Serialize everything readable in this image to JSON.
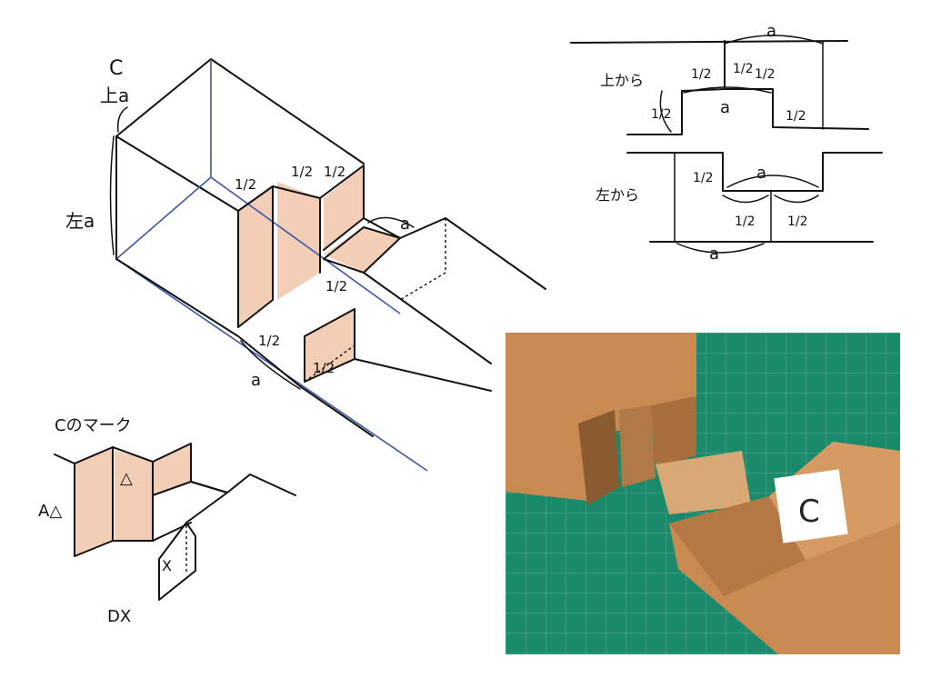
{
  "main_sketch": {
    "label_c": "C",
    "label_top": "上a",
    "label_left": "左a",
    "label_a_right": "a",
    "label_a_bottom": "a",
    "half_1": "1/2",
    "half_2": "1/2",
    "half_3": "1/2",
    "half_4": "1/2",
    "half_5": "1/2",
    "half_6": "1/2"
  },
  "top_view": {
    "side_label": "上から",
    "a_top": "a",
    "a_mid": "a",
    "half_left": "1/2",
    "half_center_1": "1/2",
    "half_center_2": "1/2",
    "half_center_3": "1/2",
    "half_right": "1/2"
  },
  "left_view": {
    "side_label": "左から",
    "a_mid": "a",
    "a_bottom": "a",
    "half_left": "1/2",
    "half_bottom_1": "1/2",
    "half_bottom_2": "1/2"
  },
  "mark_sketch": {
    "title": "Cのマーク",
    "label_triangle": "△",
    "label_a_triangle": "A△",
    "label_x": "X",
    "label_dx": "DX"
  },
  "photo": {
    "marker_letter": "C"
  },
  "colors": {
    "hatch": "#e9a57c",
    "blue_line": "#3c56a8",
    "cutting_mat": "#1b8a6a",
    "wood": "#c98a52"
  }
}
